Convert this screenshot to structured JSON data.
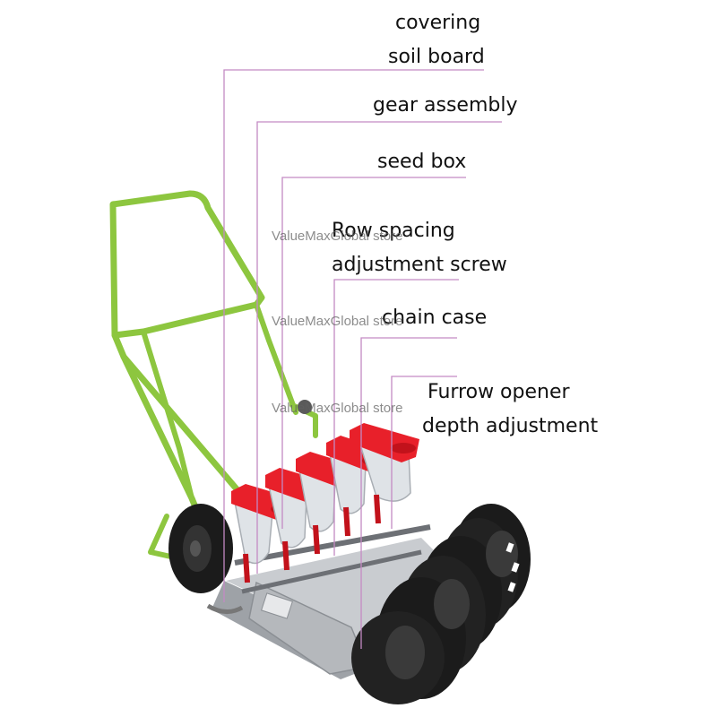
{
  "labels": {
    "covering_soil_board": {
      "line1": "covering",
      "line2": "soil board"
    },
    "gear_assembly": "gear assembly",
    "seed_box": "seed box",
    "row_spacing_adjustment_screw": {
      "line1": "Row spacing",
      "line2": "adjustment screw"
    },
    "chain_case": "chain case",
    "furrow_opener_depth_adjustment": {
      "line1": "Furrow opener",
      "line2": "depth adjustment"
    }
  },
  "watermark": "ValueMaxGlobal store",
  "colors": {
    "frame_green": "#8dc63f",
    "hopper_lid_red": "#e8202a",
    "wheel_black": "#1b1b1b",
    "chain_case_silver": "#b5b8bc",
    "leader_line": "#c48ac4"
  }
}
